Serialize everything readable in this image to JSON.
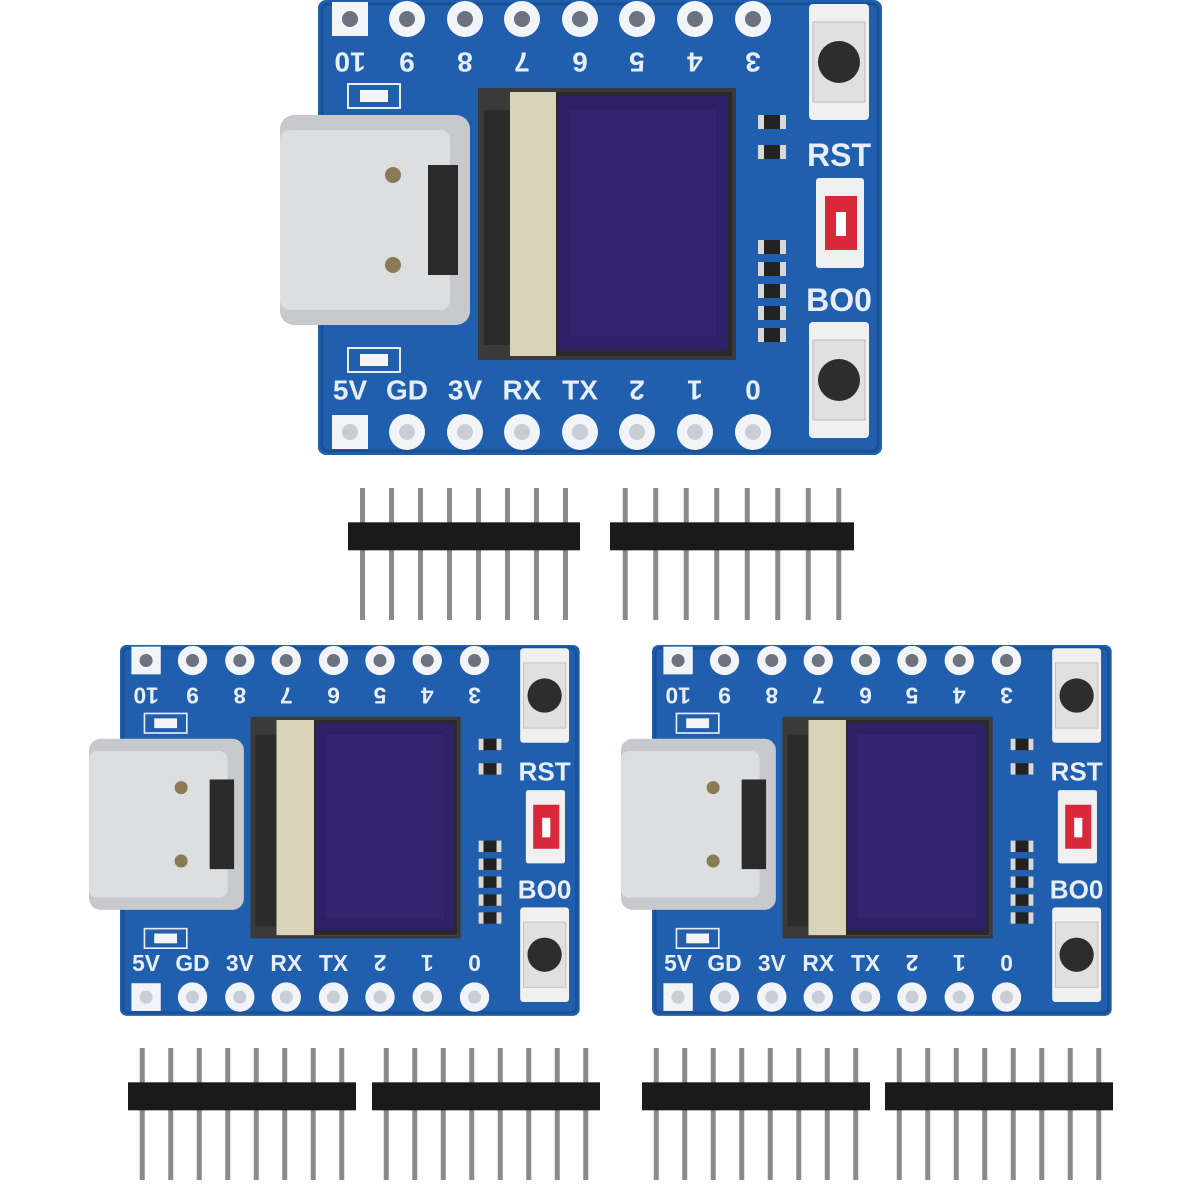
{
  "product": {
    "board_count": 3,
    "header_strip_count": 6,
    "pins_per_header": 8
  },
  "board": {
    "top_pin_labels": [
      "10",
      "9",
      "8",
      "7",
      "6",
      "5",
      "4",
      "3"
    ],
    "bottom_pin_labels": [
      "5V",
      "GD",
      "3V",
      "RX",
      "TX",
      "2",
      "1",
      "0"
    ],
    "rst_label": "RST",
    "boot_label": "BO0"
  },
  "colors": {
    "pcb": "#1f5fae",
    "pcb_dark": "#1a4f94",
    "screen": "#2e1f66",
    "switch": "#d8283a",
    "header_plastic": "#1a1a1a",
    "pin_metal": "#8a8a8a"
  }
}
